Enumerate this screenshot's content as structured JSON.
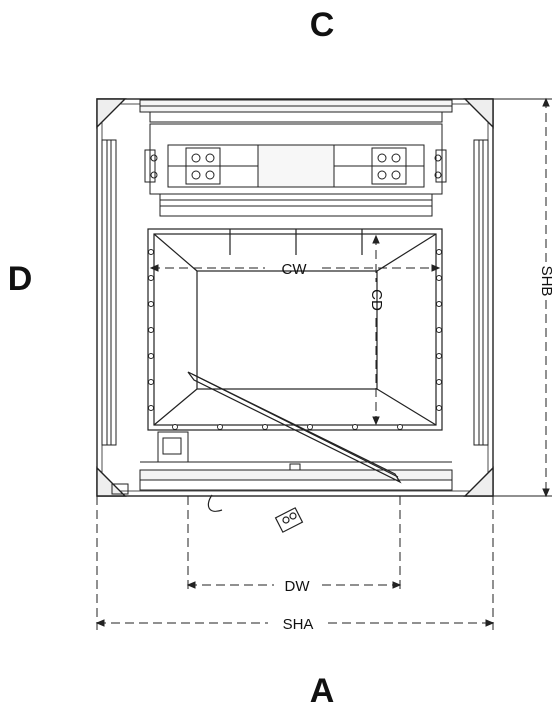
{
  "side_labels": {
    "top": "C",
    "left": "D",
    "bottom": "A"
  },
  "dimensions": {
    "cw": "CW",
    "cd": "CD",
    "shb": "SHB",
    "dw": "DW",
    "sha": "SHA"
  }
}
